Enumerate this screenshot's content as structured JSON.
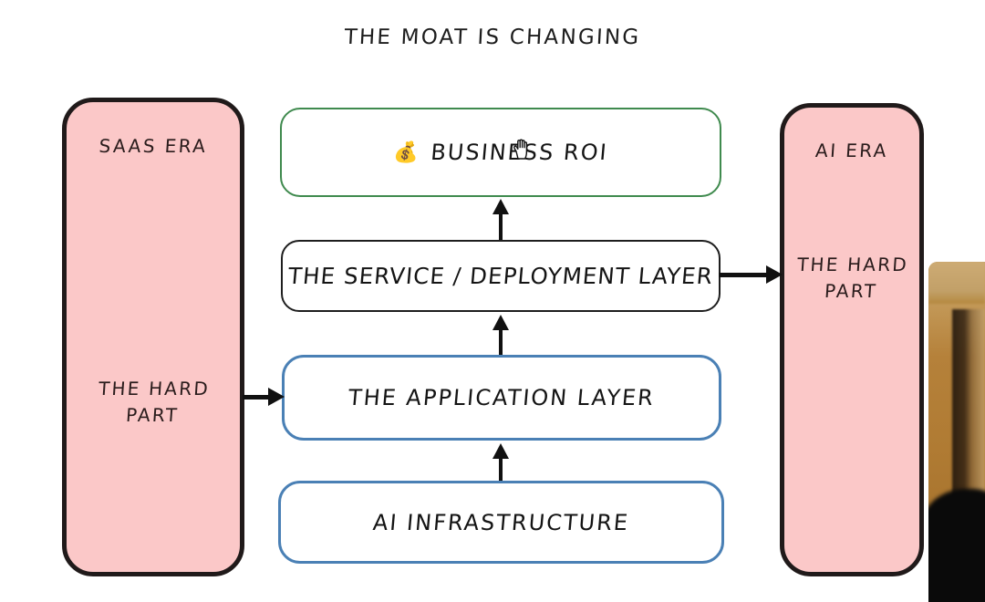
{
  "slide": {
    "title": "THE MOAT IS CHANGING"
  },
  "colors": {
    "pink_fill": "#FBC8C8",
    "pink_border": "#201A1A",
    "green_border": "#3F8A4E",
    "blue_border": "#4A80B5",
    "black_border": "#1E1E1E",
    "arrow": "#111111",
    "background": "#FFFFFF",
    "text": "#141414"
  },
  "eras": {
    "left": {
      "label": "SAAS ERA",
      "sub_line1": "THE HARD",
      "sub_line2": "PART"
    },
    "right": {
      "label": "AI ERA",
      "sub_line1": "THE HARD",
      "sub_line2": "PART"
    }
  },
  "layers": {
    "roi": {
      "icon": "money-bag-icon",
      "icon_glyph": "💰",
      "label": "BUSINESS ROI"
    },
    "service": {
      "label": "THE SERVICE / DEPLOYMENT LAYER"
    },
    "application": {
      "label": "THE APPLICATION LAYER"
    },
    "infrastructure": {
      "label": "AI INFRASTRUCTURE"
    }
  },
  "arrows": [
    {
      "name": "infrastructure-to-application",
      "direction": "up"
    },
    {
      "name": "application-to-service",
      "direction": "up"
    },
    {
      "name": "service-to-roi",
      "direction": "up"
    },
    {
      "name": "saas-era-to-application",
      "direction": "right"
    },
    {
      "name": "service-to-ai-era",
      "direction": "right"
    }
  ],
  "cursor": {
    "type": "pointing-hand-cursor"
  },
  "webcam": {
    "name": "presenter-video-overlay"
  }
}
